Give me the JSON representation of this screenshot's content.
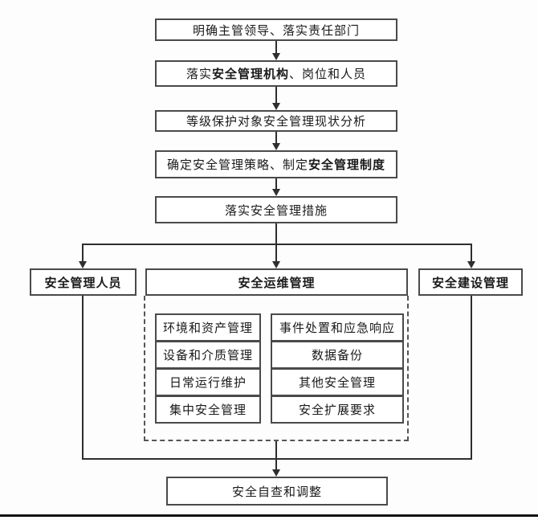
{
  "diagram": {
    "title_hint": "信息安全管理流程图",
    "colors": {
      "border": "#4a4a4a",
      "line": "#2e2e2e",
      "text": "#1a1a1a",
      "background": "#fdfdfd"
    },
    "steps": {
      "step1": {
        "text": "明确主管领导、落实责任部门"
      },
      "step2": {
        "pre": "落实",
        "bold": "安全管理机构",
        "post": "、岗位和人员"
      },
      "step3": {
        "text": "等级保护对象安全管理现状分析"
      },
      "step4": {
        "pre": "确定安全管理策略、制定",
        "bold": "安全管理制度",
        "post": ""
      },
      "step5": {
        "text": "落实安全管理措施"
      }
    },
    "branches": {
      "left": {
        "label": "安全管理人员"
      },
      "center": {
        "label": "安全运维管理"
      },
      "right": {
        "label": "安全建设管理"
      }
    },
    "ops": {
      "left": [
        "环境和资产管理",
        "设备和介质管理",
        "日常运行维护",
        "集中安全管理"
      ],
      "right": [
        "事件处置和应急响应",
        "数据备份",
        "其他安全管理",
        "安全扩展要求"
      ]
    },
    "bottom": {
      "label": "安全自查和调整"
    }
  }
}
